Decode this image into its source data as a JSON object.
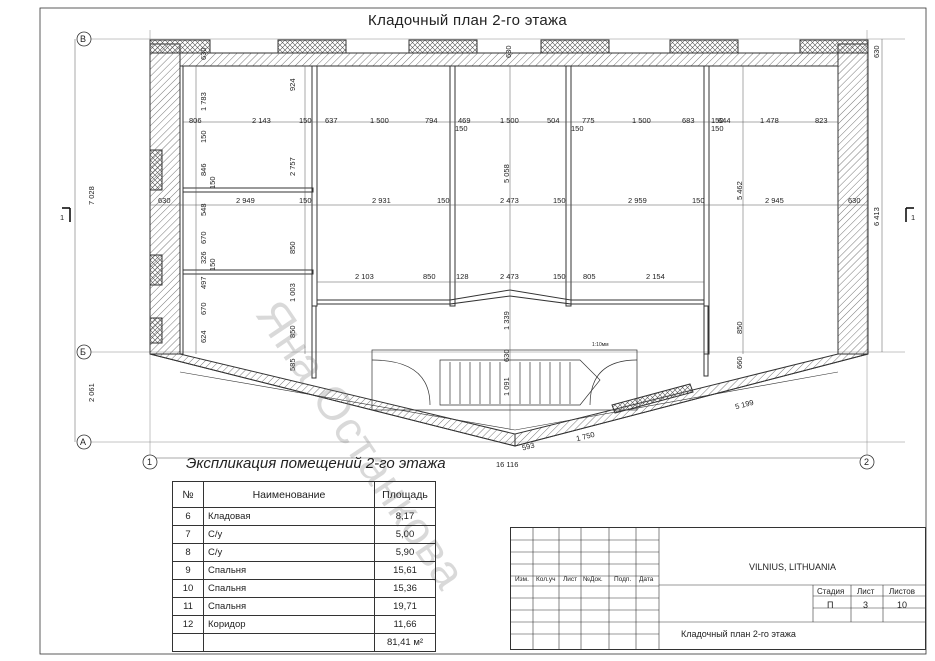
{
  "plan": {
    "title": "Кладочный план 2-го этажа",
    "axes": {
      "B_top": "В",
      "B_mid": "Б",
      "A": "А",
      "one": "1",
      "two": "2"
    },
    "section_marks": {
      "left": "1",
      "right": "1"
    },
    "watermark": "Яна Останкова",
    "stair_label": "1:10мм",
    "dimensions": {
      "top_630a": "630",
      "top_630b": "630",
      "right_630": "630",
      "r1_806": "806",
      "r1_2143": "2 143",
      "r1_150a": "150",
      "r1_637": "637",
      "r1_1500a": "1 500",
      "r1_794": "794",
      "r1_469": "469",
      "r1_1500b": "1 500",
      "r1_504": "504",
      "r1_775": "775",
      "r1_1500c": "1 500",
      "r1_683": "683",
      "r1_150b": "150",
      "r1_644": "644",
      "r1_1478": "1 478",
      "r1_823": "823",
      "r1_150c": "150",
      "r1_150d": "150",
      "r1_150e": "150",
      "r2_630": "630",
      "r2_2949": "2 949",
      "r2_150a": "150",
      "r2_2931": "2 931",
      "r2_150b": "150",
      "r2_2473": "2 473",
      "r2_150c": "150",
      "r2_2959": "2 959",
      "r2_150d": "150",
      "r2_2945": "2 945",
      "r2_630b": "630",
      "r3_2103": "2 103",
      "r3_850": "850",
      "r3_128": "128",
      "r3_2473": "2 473",
      "r3_150": "150",
      "r3_805": "805",
      "r3_2154": "2 154",
      "v_1783": "1 783",
      "v_924": "924",
      "v_150a": "150",
      "v_846": "846",
      "v_150b": "150",
      "v_2757": "2 757",
      "v_548": "548",
      "v_670a": "670",
      "v_850a": "850",
      "v_326": "326",
      "v_150c": "150",
      "v_497": "497",
      "v_1003": "1 003",
      "v_670b": "670",
      "v_624": "624",
      "v_850b": "850",
      "v_585": "585",
      "v_5058": "5 058",
      "v_1339": "1 339",
      "v_630mid": "630",
      "v_1091": "1 091",
      "v_5462": "5 462",
      "v_850c": "850",
      "v_660": "660",
      "v_7028": "7 028",
      "v_6413": "6 413",
      "v_2061": "2 061",
      "b_593": "593",
      "b_1750": "1 750",
      "b_5199": "5 199",
      "b_16116": "16 116"
    }
  },
  "explication": {
    "title": "Экспликация помещений 2-го этажа",
    "headers": {
      "num": "№",
      "name": "Наименование",
      "area": "Площадь"
    },
    "rows": [
      {
        "num": "6",
        "name": "Кладовая",
        "area": "8,17"
      },
      {
        "num": "7",
        "name": "С/у",
        "area": "5,00"
      },
      {
        "num": "8",
        "name": "С/у",
        "area": "5,90"
      },
      {
        "num": "9",
        "name": "Спальня",
        "area": "15,61"
      },
      {
        "num": "10",
        "name": "Спальня",
        "area": "15,36"
      },
      {
        "num": "11",
        "name": "Спальня",
        "area": "19,71"
      },
      {
        "num": "12",
        "name": "Коридор",
        "area": "11,66"
      }
    ],
    "total": "81,41 м²"
  },
  "stamp": {
    "cols": {
      "izm": "Изм.",
      "koluch": "Кол.уч",
      "list": "Лист",
      "ndok": "№Док.",
      "podp": "Подп.",
      "data": "Дата"
    },
    "location": "VILNIUS, LITHUANIA",
    "stage_label": "Стадия",
    "sheet_label": "Лист",
    "sheets_label": "Листов",
    "stage": "П",
    "sheet": "3",
    "sheets": "10",
    "sheet_title": "Кладочный план 2-го этажа"
  }
}
